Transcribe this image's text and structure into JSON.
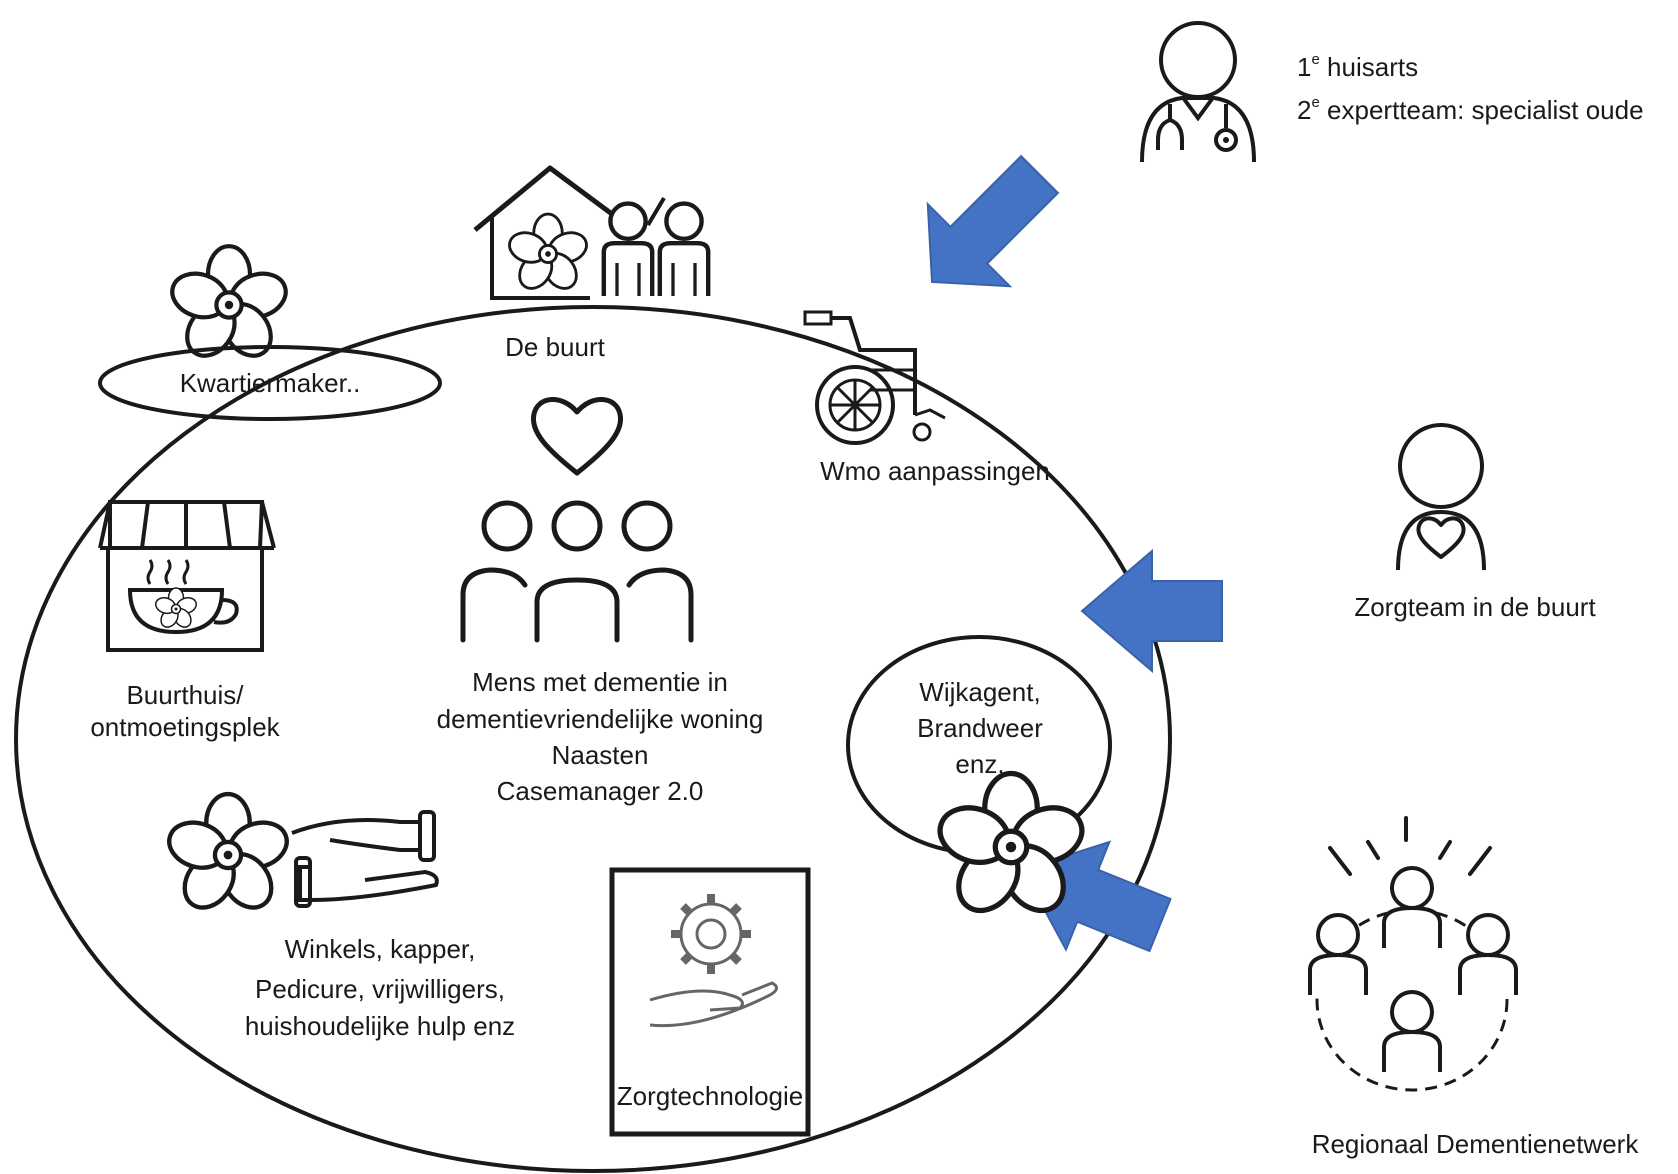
{
  "doctor": {
    "line1_num": "1",
    "line1_sup": "e",
    "line1_text": " huisarts",
    "line2_num": "2",
    "line2_sup": "e",
    "line2_text": " expertteam: specialist oude"
  },
  "labels": {
    "de_buurt": "De buurt",
    "kwartiermaker": "Kwartiermaker..",
    "wmo": "Wmo aanpassingen",
    "buurthuis_1": "Buurthuis/",
    "buurthuis_2": "ontmoetingsplek",
    "center_1": "Mens met dementie in",
    "center_2": "dementievriendelijke woning",
    "center_3": "Naasten",
    "center_4": "Casemanager 2.0",
    "wijkagent_1": "Wijkagent,",
    "wijkagent_2": "Brandweer",
    "wijkagent_3": "enz.",
    "winkels_1": "Winkels, kapper,",
    "winkels_2": "Pedicure, vrijwilligers,",
    "winkels_3": "huishoudelijke hulp enz",
    "zorgtechnologie": "Zorgtechnologie",
    "zorgteam": "Zorgteam in de buurt",
    "regionaal": "Regionaal Dementienetwerk"
  },
  "colors": {
    "arrow": "#4472C4",
    "stroke": "#1a1a1a",
    "gear": "#666666"
  },
  "icons": [
    "doctor-icon",
    "house-with-people-icon",
    "flower-icon",
    "wheelchair-icon",
    "people-heart-icon",
    "coffee-shop-icon",
    "hands-flower-icon",
    "gear-hand-icon",
    "care-person-heart-icon",
    "network-people-icon"
  ]
}
